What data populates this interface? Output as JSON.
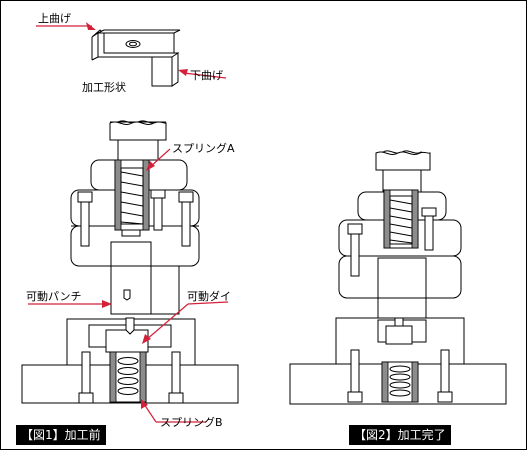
{
  "labels": {
    "upper_bend": "上曲げ",
    "lower_bend": "下曲げ",
    "shape": "加工形状",
    "spring_a": "スプリングA",
    "movable_punch": "可動パンチ",
    "movable_die": "可動ダイ",
    "spring_b": "スプリングB"
  },
  "captions": {
    "fig1": "【図1】加工前",
    "fig2": "【図2】加工完了"
  },
  "colors": {
    "leader": "#d4213b",
    "caption_bg": "#000000",
    "hatch": "#8c8c8c"
  }
}
